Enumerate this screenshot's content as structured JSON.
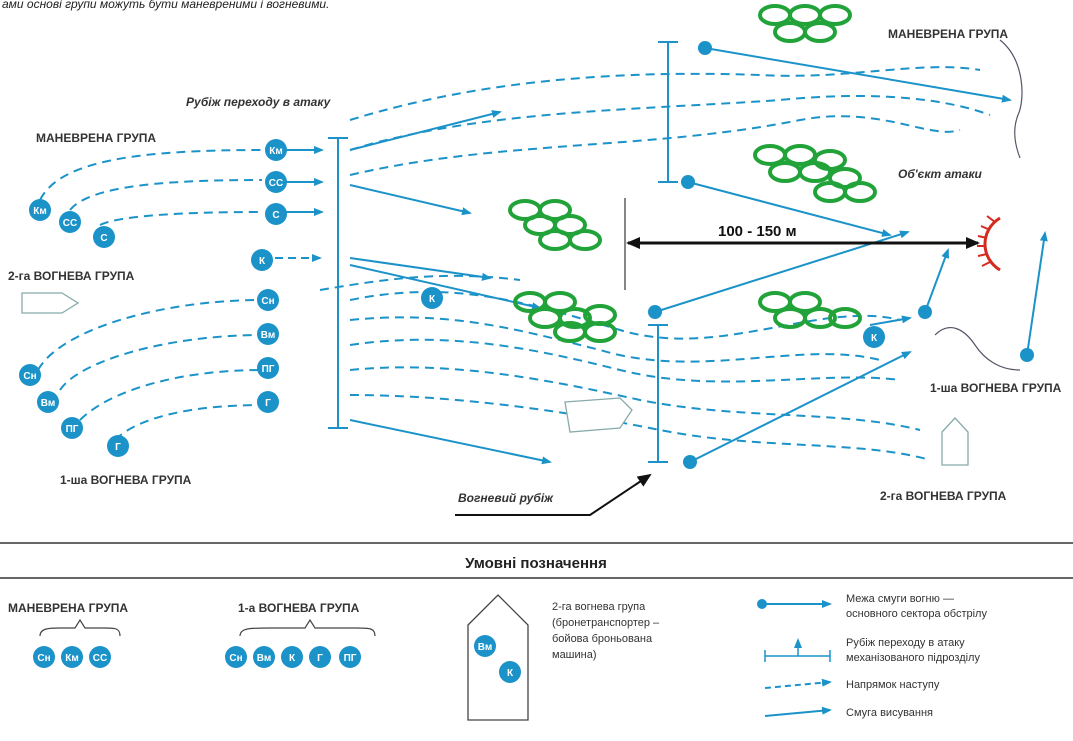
{
  "header_text": "ами основі групи можуть бути маневреними і вогневими.",
  "colors": {
    "accent": "#1b93c9",
    "unit_fill": "#1b93c9",
    "vehicle_green": "#22a33a",
    "target_red": "#d42a1f",
    "dark": "#111111"
  },
  "labels": {
    "maneuver_group_top": "МАНЕВРЕНА ГРУПА",
    "attack_transition_line": "Рубіж переходу в атаку",
    "maneuver_group_left": "МАНЕВРЕНА ГРУПА",
    "fire_group_2_left": "2-га ВОГНЕВА ГРУПА",
    "fire_group_1_left": "1-ша ВОГНЕВА ГРУПА",
    "attack_object": "Об'єкт атаки",
    "fire_line": "Вогневий рубіж",
    "fire_group_1_right": "1-ша ВОГНЕВА ГРУПА",
    "fire_group_2_right": "2-га ВОГНЕВА ГРУПА",
    "distance": "100 - 150 м"
  },
  "units": {
    "maneuver_start": [
      "Км",
      "СС",
      "С"
    ],
    "maneuver_line": [
      "Км",
      "СС",
      "С"
    ],
    "k_line": "К",
    "k_mid": "К",
    "k_right": "К",
    "fire_start": [
      "Сн",
      "Вм",
      "ПГ",
      "Г"
    ],
    "fire_line": [
      "Сн",
      "Вм",
      "ПГ",
      "Г"
    ]
  },
  "legend": {
    "title": "Умовні позначення",
    "maneuver_group": {
      "label": "МАНЕВРЕНА ГРУПА",
      "items": [
        "Сн",
        "Км",
        "СС"
      ]
    },
    "fire_group_1": {
      "label": "1-а ВОГНЕВА ГРУПА",
      "items": [
        "Сн",
        "Вм",
        "К",
        "Г",
        "ПГ"
      ]
    },
    "fire_group_2": {
      "items": [
        "Вм",
        "К"
      ],
      "desc_lines": [
        "2-га вогнева група",
        "(бронетранспортер –",
        "бойова броньована",
        "машина)"
      ]
    },
    "sector_boundary": [
      "Межа смуги вогню —",
      "основного сектора обстрілу"
    ],
    "attack_line_desc": [
      "Рубіж переходу в атаку",
      "механізованого підрозділу"
    ],
    "attack_direction": "Напрямок наступу",
    "deploy_lane": "Смуга висування"
  }
}
